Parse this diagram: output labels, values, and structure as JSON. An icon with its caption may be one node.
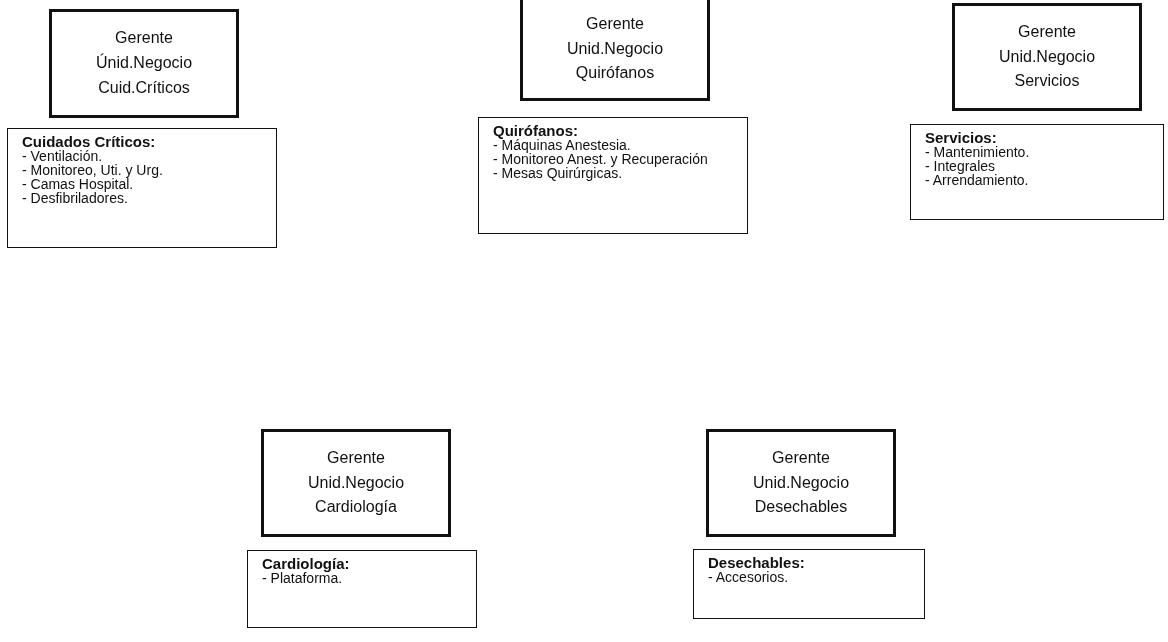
{
  "diagram": {
    "nodes": [
      {
        "text": [
          "Gerente Únid.Negocio Cuid.Críticos"
        ]
      },
      {
        "text": [
          "Cuidados Críticos:",
          "- Ventilación.",
          "- Monitoreo, Uti. y Urg.",
          "- Camas Hospital.",
          "- Desfibriladores."
        ]
      },
      {
        "text": [
          "Gerente Unid.Negocio Quirófanos"
        ]
      },
      {
        "text": [
          "Quirófanos:",
          "- Máquinas Anestesia.",
          "- Monitoreo Anest. y Recuperación",
          "- Mesas Quirúrgicas."
        ]
      },
      {
        "text": [
          "Gerente Unid.Negocio Servicios"
        ]
      },
      {
        "text": [
          "Servicios:",
          "- Mantenimiento.",
          "- Integrales",
          "- Arrendamiento."
        ]
      },
      {
        "text": [
          "Gerente Unid.Negocio Cardiología"
        ]
      },
      {
        "text": [
          "Cardiología:",
          "- Plataforma."
        ]
      },
      {
        "text": [
          "Gerente Unid.Negocio Desechables"
        ]
      },
      {
        "text": [
          "Desechables:",
          "- Accesorios."
        ]
      }
    ]
  }
}
